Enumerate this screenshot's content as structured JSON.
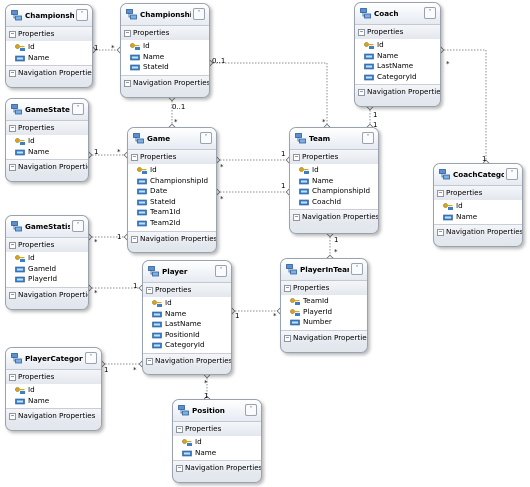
{
  "diagram": {
    "entities": [
      {
        "id": "championship_x",
        "title": "Championship...",
        "properties_label": "Properties",
        "navigation_label": "Navigation Properties",
        "properties": [
          {
            "name": "Id",
            "key": true
          },
          {
            "name": "Name"
          }
        ]
      },
      {
        "id": "championship",
        "title": "Championship",
        "properties_label": "Properties",
        "navigation_label": "Navigation Properties",
        "properties": [
          {
            "name": "Id",
            "key": true
          },
          {
            "name": "Name"
          },
          {
            "name": "StateId"
          }
        ]
      },
      {
        "id": "coach",
        "title": "Coach",
        "properties_label": "Properties",
        "navigation_label": "Navigation Properties",
        "properties": [
          {
            "name": "Id",
            "key": true
          },
          {
            "name": "Name"
          },
          {
            "name": "LastName"
          },
          {
            "name": "CategoryId"
          }
        ]
      },
      {
        "id": "gamestate",
        "title": "GameState",
        "properties_label": "Properties",
        "navigation_label": "Navigation Properties",
        "properties": [
          {
            "name": "Id",
            "key": true
          },
          {
            "name": "Name"
          }
        ]
      },
      {
        "id": "game",
        "title": "Game",
        "properties_label": "Properties",
        "navigation_label": "Navigation Properties",
        "properties": [
          {
            "name": "Id",
            "key": true
          },
          {
            "name": "ChampionshipId"
          },
          {
            "name": "Date"
          },
          {
            "name": "StateId"
          },
          {
            "name": "Team1Id"
          },
          {
            "name": "Team2Id"
          }
        ]
      },
      {
        "id": "team",
        "title": "Team",
        "properties_label": "Properties",
        "navigation_label": "Navigation Properties",
        "properties": [
          {
            "name": "Id",
            "key": true
          },
          {
            "name": "Name"
          },
          {
            "name": "ChampionshipId"
          },
          {
            "name": "CoachId"
          }
        ]
      },
      {
        "id": "coachcategory",
        "title": "CoachCategory",
        "properties_label": "Properties",
        "navigation_label": "Navigation Properties",
        "properties": [
          {
            "name": "Id",
            "key": true
          },
          {
            "name": "Name"
          }
        ]
      },
      {
        "id": "gamestatistic",
        "title": "GameStatistic",
        "properties_label": "Properties",
        "navigation_label": "Navigation Properties",
        "properties": [
          {
            "name": "Id",
            "key": true
          },
          {
            "name": "GameId"
          },
          {
            "name": "PlayerId"
          }
        ]
      },
      {
        "id": "player",
        "title": "Player",
        "properties_label": "Properties",
        "navigation_label": "Navigation Properties",
        "properties": [
          {
            "name": "Id",
            "key": true
          },
          {
            "name": "Name"
          },
          {
            "name": "LastName"
          },
          {
            "name": "PositionId"
          },
          {
            "name": "CategoryId"
          }
        ]
      },
      {
        "id": "playerinteam",
        "title": "PlayerInTeam",
        "properties_label": "Properties",
        "navigation_label": "Navigation Properties",
        "properties": [
          {
            "name": "TeamId",
            "key": true
          },
          {
            "name": "PlayerId",
            "key": true
          },
          {
            "name": "Number"
          }
        ]
      },
      {
        "id": "playercategory",
        "title": "PlayerCategory",
        "properties_label": "Properties",
        "navigation_label": "Navigation Properties",
        "properties": [
          {
            "name": "Id",
            "key": true
          },
          {
            "name": "Name"
          }
        ]
      },
      {
        "id": "position",
        "title": "Position",
        "properties_label": "Properties",
        "navigation_label": "Navigation Properties",
        "properties": [
          {
            "name": "Id",
            "key": true
          },
          {
            "name": "Name"
          }
        ]
      }
    ],
    "associations": [
      {
        "from": "championship_x",
        "to": "championship",
        "from_mult": "1",
        "to_mult": "*"
      },
      {
        "from": "championship",
        "to": "team",
        "from_mult": "0..1",
        "to_mult": "*"
      },
      {
        "from": "championship",
        "to": "game",
        "from_mult": "0..1",
        "to_mult": "*"
      },
      {
        "from": "coach",
        "to": "team",
        "from_mult": "1",
        "to_mult": "1"
      },
      {
        "from": "coach",
        "to": "coachcategory",
        "from_mult": "*",
        "to_mult": "1"
      },
      {
        "from": "gamestate",
        "to": "game",
        "from_mult": "1",
        "to_mult": "*"
      },
      {
        "from": "team",
        "to": "game",
        "from_mult": "1",
        "to_mult": "*"
      },
      {
        "from": "team",
        "to": "game",
        "from_mult": "1",
        "to_mult": "*"
      },
      {
        "from": "gamestatistic",
        "to": "game",
        "from_mult": "*",
        "to_mult": "1"
      },
      {
        "from": "gamestatistic",
        "to": "player",
        "from_mult": "*",
        "to_mult": "1"
      },
      {
        "from": "team",
        "to": "playerinteam",
        "from_mult": "1",
        "to_mult": "*"
      },
      {
        "from": "player",
        "to": "playerinteam",
        "from_mult": "1",
        "to_mult": "*"
      },
      {
        "from": "playercategory",
        "to": "player",
        "from_mult": "1",
        "to_mult": "*"
      },
      {
        "from": "position",
        "to": "player",
        "from_mult": "1",
        "to_mult": "*"
      }
    ]
  },
  "colors": {
    "connector": "#8a8f96",
    "key_icon": "#d7a51f",
    "prop_icon": "#3d7fc6",
    "entity_border": "#9aa3ad"
  }
}
